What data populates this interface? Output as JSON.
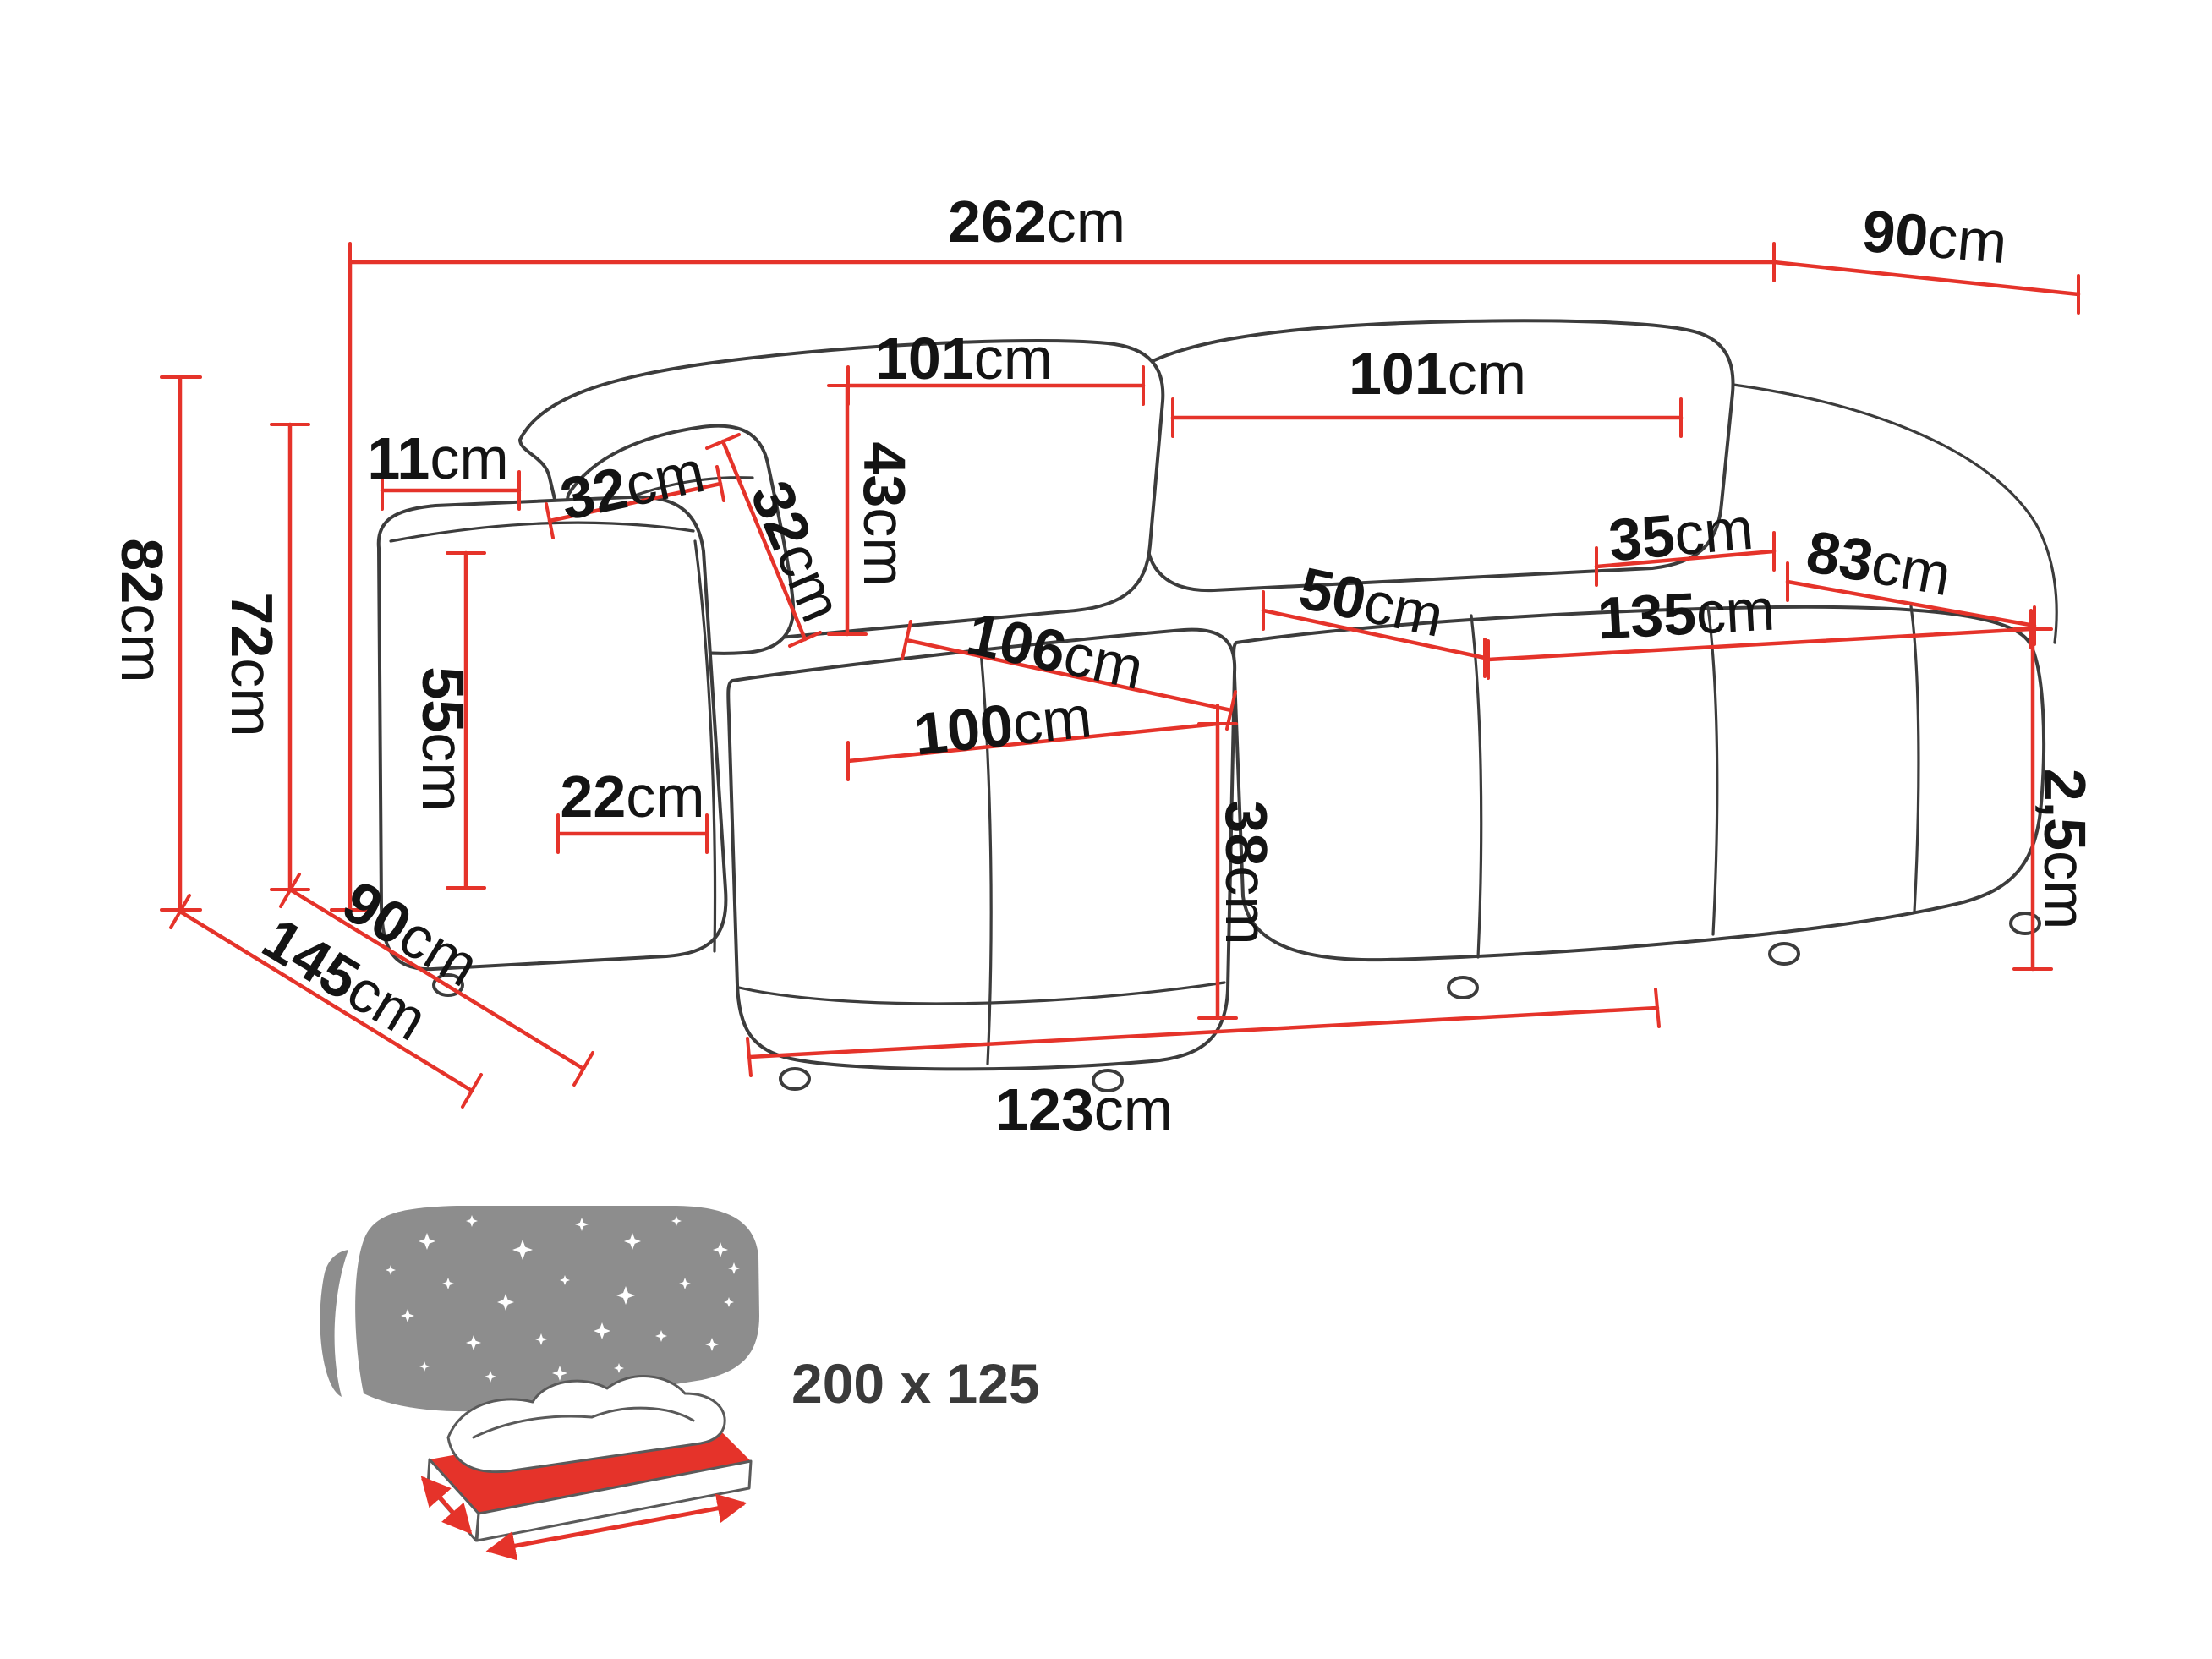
{
  "dims": {
    "total_width": {
      "v": "262",
      "u": "cm"
    },
    "depth_right": {
      "v": "90",
      "u": "cm"
    },
    "backrest_left_width": {
      "v": "101",
      "u": "cm"
    },
    "backrest_right_width": {
      "v": "101",
      "u": "cm"
    },
    "armrest_top_width": {
      "v": "11",
      "u": "cm"
    },
    "cushion_width": {
      "v": "32",
      "u": "cm"
    },
    "cushion_side": {
      "v": "32",
      "u": "cm"
    },
    "backrest_cushion_height": {
      "v": "43",
      "u": "cm"
    },
    "total_height": {
      "v": "82",
      "u": "cm"
    },
    "armrest_back_height": {
      "v": "72",
      "u": "cm"
    },
    "armrest_front_height": {
      "v": "55",
      "u": "cm"
    },
    "armrest_width": {
      "v": "22",
      "u": "cm"
    },
    "backrest_top_depth": {
      "v": "35",
      "u": "cm"
    },
    "seat_depth": {
      "v": "83",
      "u": "cm"
    },
    "seat_gap": {
      "v": "50",
      "u": "cm"
    },
    "seat_width": {
      "v": "135",
      "u": "cm"
    },
    "chaise_diagonal": {
      "v": "106",
      "u": "cm"
    },
    "chaise_length": {
      "v": "100",
      "u": "cm"
    },
    "seat_height": {
      "v": "38",
      "u": "cm"
    },
    "depth_front_left": {
      "v": "90",
      "u": "cm"
    },
    "total_depth": {
      "v": "145",
      "u": "cm"
    },
    "chaise_front_length": {
      "v": "123",
      "u": "cm"
    },
    "leg_height": {
      "v": "2,5",
      "u": "cm"
    }
  },
  "sleeping_area": {
    "size": "200 x 125"
  },
  "colors": {
    "dimension_red": "#e5332a",
    "outline_gray": "#3c3c3c",
    "icon_gray": "#8d8d8d",
    "text_black": "#141414"
  }
}
